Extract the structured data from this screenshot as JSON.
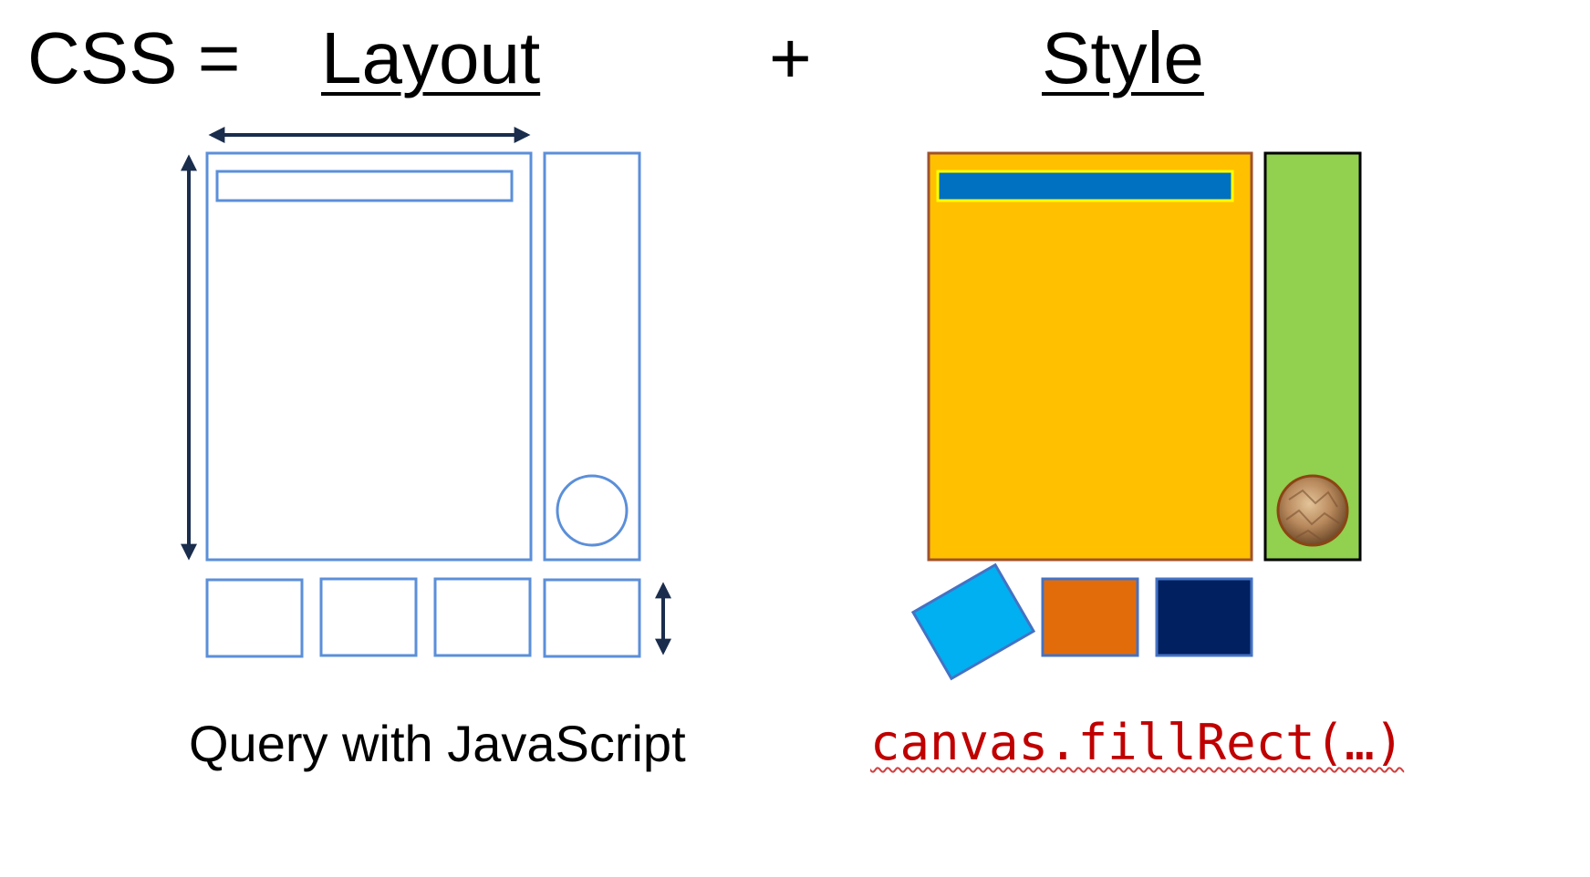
{
  "title": {
    "lhs": "CSS =",
    "layout": "Layout",
    "plus": "+",
    "style": "Style"
  },
  "captions": {
    "layout": "Query with JavaScript",
    "style": "canvas.fillRect(…)"
  },
  "colors": {
    "outline_blue": "#5b8fd9",
    "arrow_navy": "#1a2d4d",
    "main_fill": "#ffc000",
    "main_border": "#a0522d",
    "header_fill": "#0070c0",
    "header_border": "#ffff00",
    "sidebar_fill": "#92d050",
    "sidebar_border": "#000000",
    "circle_fill": "#b8895c",
    "tile_cyan": "#00b0f0",
    "tile_orange": "#e36c0a",
    "tile_navy": "#002060",
    "tile_border": "#4472c4",
    "code_text": "#c00000"
  }
}
